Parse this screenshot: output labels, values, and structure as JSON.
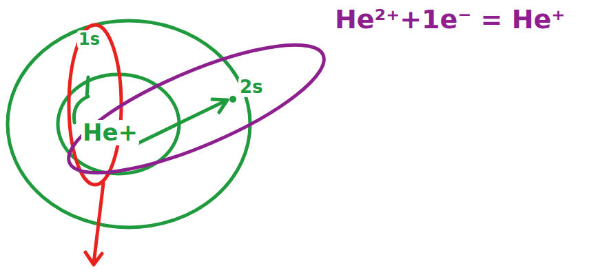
{
  "diagram": {
    "labels": [
      "1s",
      "He+",
      "2s",
      "He²⁺+1e⁻ = He⁺"
    ]
  }
}
